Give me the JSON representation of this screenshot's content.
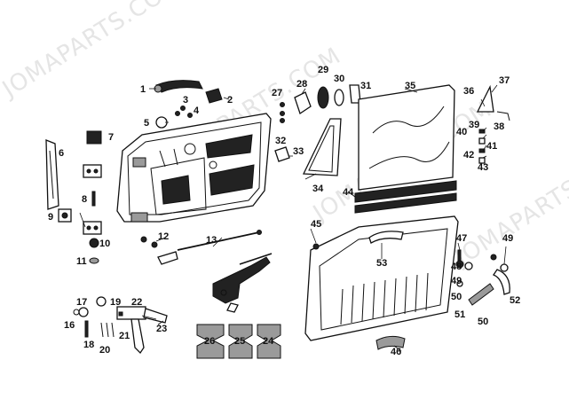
{
  "watermark": {
    "text": "JOMAPARTS.COM"
  },
  "callouts": [
    {
      "id": "1",
      "label": "1"
    },
    {
      "id": "2",
      "label": "2"
    },
    {
      "id": "3",
      "label": "3"
    },
    {
      "id": "4",
      "label": "4"
    },
    {
      "id": "5",
      "label": "5"
    },
    {
      "id": "6",
      "label": "6"
    },
    {
      "id": "7",
      "label": "7"
    },
    {
      "id": "8",
      "label": "8"
    },
    {
      "id": "9",
      "label": "9"
    },
    {
      "id": "10",
      "label": "10"
    },
    {
      "id": "11",
      "label": "11"
    },
    {
      "id": "12",
      "label": "12"
    },
    {
      "id": "13",
      "label": "13"
    },
    {
      "id": "16",
      "label": "16"
    },
    {
      "id": "17",
      "label": "17"
    },
    {
      "id": "18",
      "label": "18"
    },
    {
      "id": "19",
      "label": "19"
    },
    {
      "id": "20",
      "label": "20"
    },
    {
      "id": "21",
      "label": "21"
    },
    {
      "id": "22",
      "label": "22"
    },
    {
      "id": "23",
      "label": "23"
    },
    {
      "id": "24",
      "label": "24"
    },
    {
      "id": "25",
      "label": "25"
    },
    {
      "id": "26",
      "label": "26"
    },
    {
      "id": "27",
      "label": "27"
    },
    {
      "id": "28",
      "label": "28"
    },
    {
      "id": "29",
      "label": "29"
    },
    {
      "id": "30",
      "label": "30"
    },
    {
      "id": "31",
      "label": "31"
    },
    {
      "id": "32",
      "label": "32"
    },
    {
      "id": "33",
      "label": "33"
    },
    {
      "id": "34",
      "label": "34"
    },
    {
      "id": "35",
      "label": "35"
    },
    {
      "id": "36",
      "label": "36"
    },
    {
      "id": "37",
      "label": "37"
    },
    {
      "id": "38",
      "label": "38"
    },
    {
      "id": "39",
      "label": "39"
    },
    {
      "id": "40",
      "label": "40"
    },
    {
      "id": "41",
      "label": "41"
    },
    {
      "id": "42",
      "label": "42"
    },
    {
      "id": "43",
      "label": "43"
    },
    {
      "id": "44",
      "label": "44"
    },
    {
      "id": "45",
      "label": "45"
    },
    {
      "id": "46",
      "label": "46"
    },
    {
      "id": "47",
      "label": "47"
    },
    {
      "id": "48",
      "label": "48"
    },
    {
      "id": "49a",
      "label": "49"
    },
    {
      "id": "49b",
      "label": "49"
    },
    {
      "id": "50a",
      "label": "50"
    },
    {
      "id": "50b",
      "label": "50"
    },
    {
      "id": "51",
      "label": "51"
    },
    {
      "id": "52",
      "label": "52"
    },
    {
      "id": "53",
      "label": "53"
    }
  ]
}
